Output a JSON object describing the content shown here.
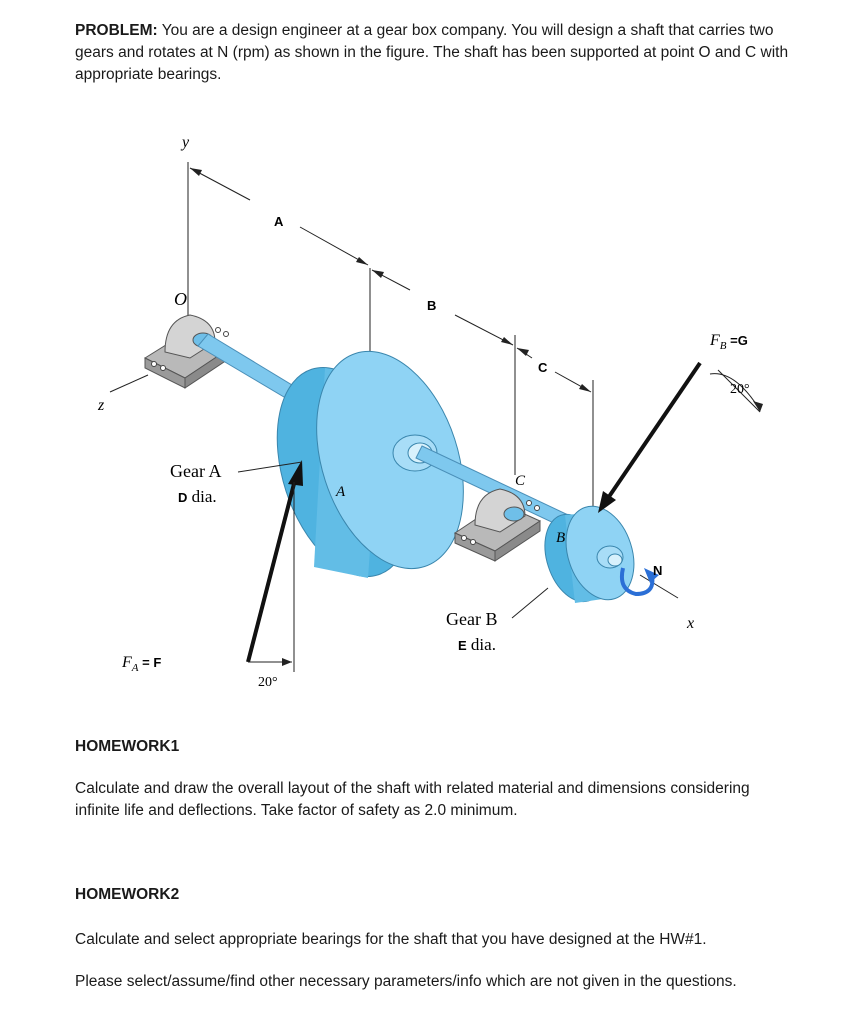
{
  "problem": {
    "label": "PROBLEM:",
    "text": " You are a design engineer at a gear box company. You will design a shaft that carries two gears and rotates at N (rpm) as shown in the figure. The shaft has been supported at point O and C with appropriate bearings."
  },
  "figure": {
    "axis_y": "y",
    "axis_z": "z",
    "axis_x": "x",
    "point_o": "O",
    "dim_a": "A",
    "dim_b": "B",
    "dim_c": "C",
    "fb_label": "F",
    "fb_sub": "B",
    "fb_value": " =G",
    "angle_b": "20°",
    "gear_a_name": "Gear A",
    "gear_a_dia_var": "D",
    "gear_a_dia_word": " dia.",
    "point_a": "A",
    "point_c": "C",
    "point_b": "B",
    "rpm": "N",
    "gear_b_name": "Gear B",
    "gear_b_dia_var": "E",
    "gear_b_dia_word": " dia.",
    "fa_label": "F",
    "fa_sub": "A",
    "fa_value": " = F",
    "angle_a": "20°"
  },
  "homework1": {
    "title": "HOMEWORK1",
    "text": "Calculate and draw the overall layout of the shaft with related material and dimensions considering infinite life and deflections. Take factor of safety as 2.0 minimum."
  },
  "homework2": {
    "title": "HOMEWORK2",
    "text1": "Calculate and select appropriate bearings for the shaft that you have designed at the HW#1.",
    "text2": "Please select/assume/find other necessary parameters/info which are not given in the questions."
  },
  "colors": {
    "gear": "#8fd3f4",
    "gear_dark": "#4fb3e0",
    "shaft": "#7ec8ee",
    "bearing": "#c8c8c8",
    "rotation_arrow": "#2b6fd6"
  }
}
